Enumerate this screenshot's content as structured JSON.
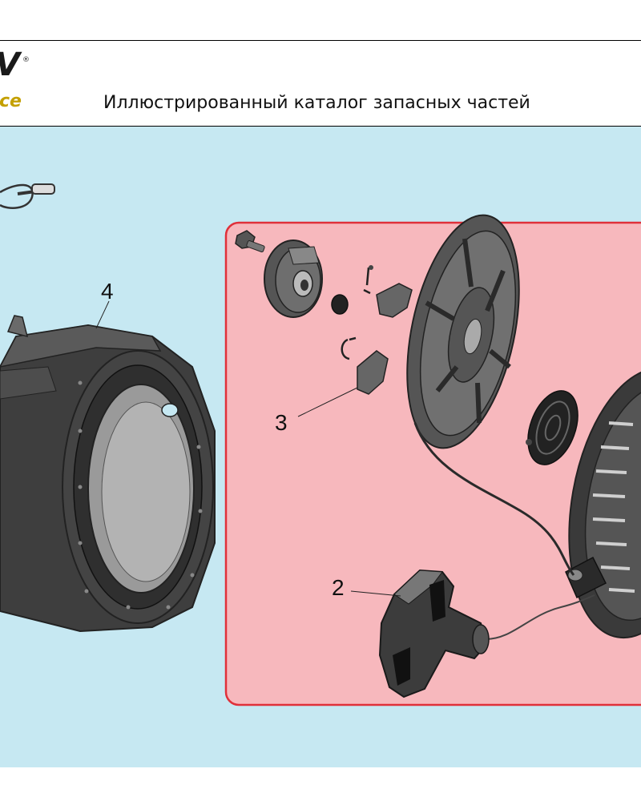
{
  "header": {
    "logo_text": "V",
    "logo_mark": "®",
    "logo_subtext": "ce",
    "title": "Иллюстрированный каталог запасных частей"
  },
  "diagram": {
    "callouts": [
      {
        "id": "2",
        "label": "2"
      },
      {
        "id": "3",
        "label": "3"
      },
      {
        "id": "4",
        "label": "4"
      }
    ],
    "colors": {
      "background": "#c6e8f2",
      "highlight_fill": "#f7b8bd",
      "highlight_border": "#e0303a",
      "part_dark": "#3a3a3a",
      "part_mid": "#6a6a6a",
      "part_light": "#9a9a9a"
    }
  }
}
